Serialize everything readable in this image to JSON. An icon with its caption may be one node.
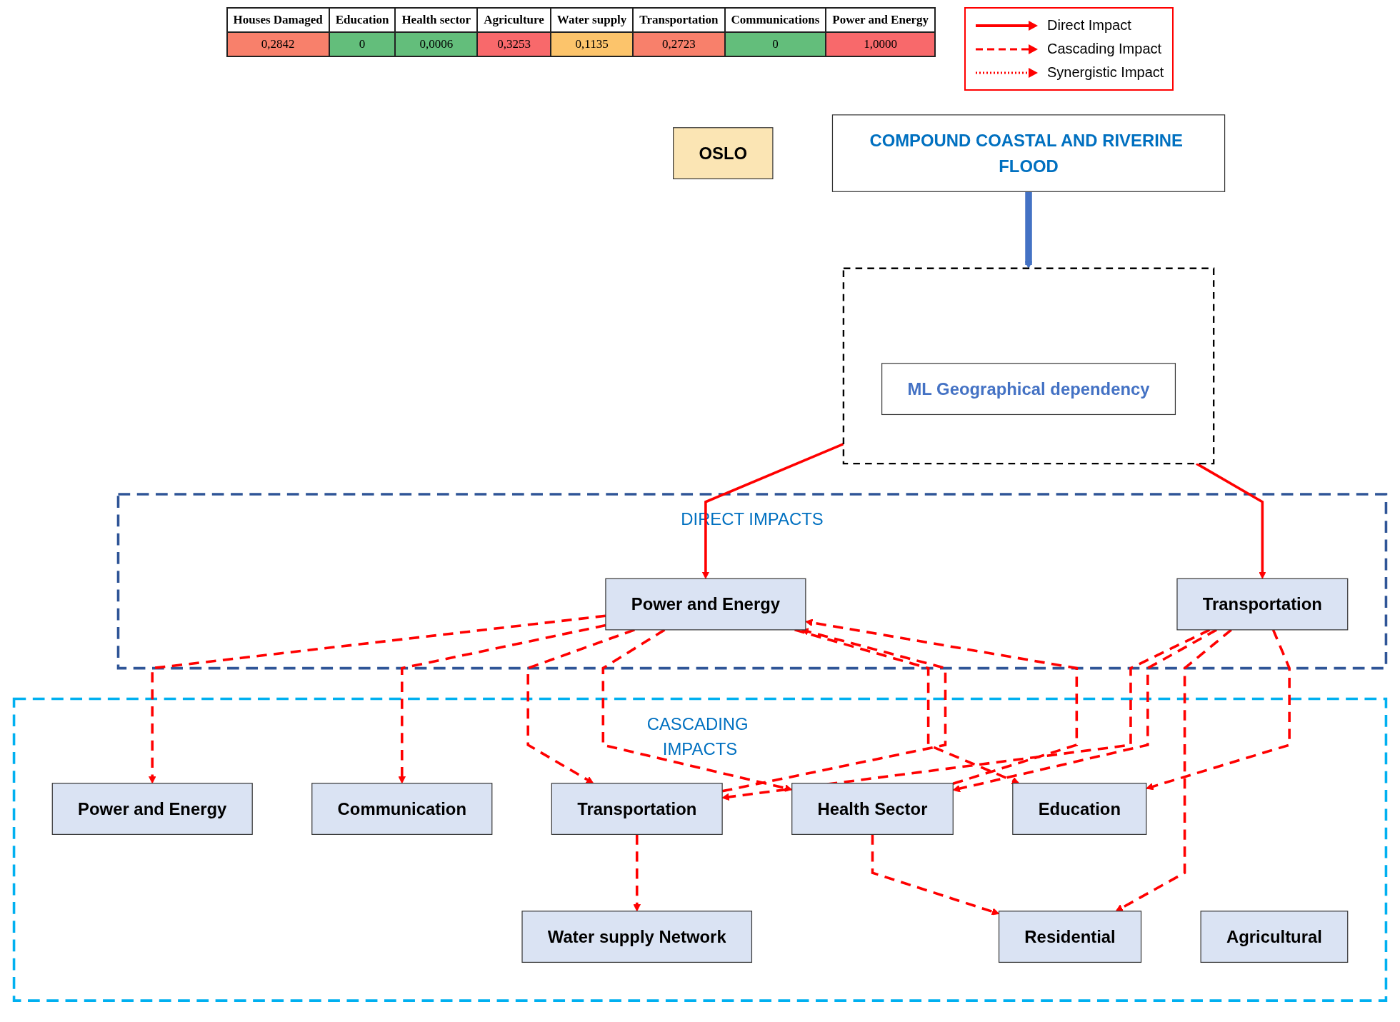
{
  "diagram": {
    "nodes": [
      {
        "text": [
          "OSLO"
        ]
      },
      {
        "text": [
          "COMPOUND COASTAL AND RIVERINE FLOOD"
        ]
      },
      {
        "text": [],
        "shape": "box"
      },
      {
        "text": [
          "ML Geographical dependency"
        ],
        "in": 2
      },
      {
        "text": [
          "DIRECT IMPACTS"
        ]
      },
      {
        "text": [
          "Power and Energy"
        ],
        "in": 4
      },
      {
        "text": [
          "Transportation"
        ],
        "in": 4
      },
      {
        "text": [
          "CASCADING IMPACTS"
        ]
      },
      {
        "text": [
          "Power and Energy"
        ],
        "in": 7
      },
      {
        "text": [
          "Transportation"
        ],
        "in": 7
      },
      {
        "text": [
          "Health Sector"
        ],
        "in": 7
      },
      {
        "text": [
          "Education"
        ],
        "in": 7
      },
      {
        "text": [
          "Communication"
        ],
        "in": 7
      },
      {
        "text": [
          "Water supply Network"
        ],
        "in": 7
      },
      {
        "text": [
          "Residential"
        ],
        "in": 7
      },
      {
        "text": [
          "Agricultural"
        ],
        "in": 7
      }
    ],
    "edges": [
      {
        "from": 1,
        "to": 2,
        "arrow": "to",
        "style": "thick",
        "color": "#4472c4"
      },
      {
        "from": 2,
        "to": 5,
        "arrow": "to"
      },
      {
        "from": 2,
        "to": 6,
        "arrow": "to"
      },
      {
        "from": 5,
        "to": 8,
        "arrow": "to",
        "style": "dashed"
      },
      {
        "from": 5,
        "to": 12,
        "arrow": "to",
        "style": "dashed"
      },
      {
        "from": 5,
        "to": 9,
        "arrow": "to",
        "style": "dashed"
      },
      {
        "from": 9,
        "to": 5,
        "arrow": "to",
        "style": "dashed"
      },
      {
        "from": 10,
        "to": 5,
        "arrow": "to",
        "style": "dashed"
      },
      {
        "from": 5,
        "to": 10,
        "arrow": "to",
        "style": "dashed"
      },
      {
        "from": 5,
        "to": 11,
        "arrow": "to",
        "style": "dashed"
      },
      {
        "from": 6,
        "to": 9,
        "arrow": "to",
        "style": "dashed"
      },
      {
        "from": 6,
        "to": 10,
        "arrow": "to",
        "style": "dashed"
      },
      {
        "from": 6,
        "to": 14,
        "arrow": "to",
        "style": "dashed"
      },
      {
        "from": 6,
        "to": 11,
        "arrow": "to",
        "style": "dashed"
      },
      {
        "from": 9,
        "to": 13,
        "arrow": "to",
        "style": "dashed"
      },
      {
        "from": 10,
        "to": 14,
        "arrow": "to",
        "style": "dashed"
      }
    ],
    "labels": [
      "Houses Damaged",
      "Education",
      "Health sector",
      "Agriculture",
      "Water supply",
      "Transportation",
      "Communications",
      "Power and Energy",
      "0,2842",
      "0",
      "0,0006",
      "0,3253",
      "0,1135",
      "0,2723",
      "0",
      "1,0000"
    ],
    "legend": [
      {
        "text": "Direct Impact"
      },
      {
        "text": "Cascading Impact"
      },
      {
        "text": "Synergistic Impact"
      }
    ]
  }
}
